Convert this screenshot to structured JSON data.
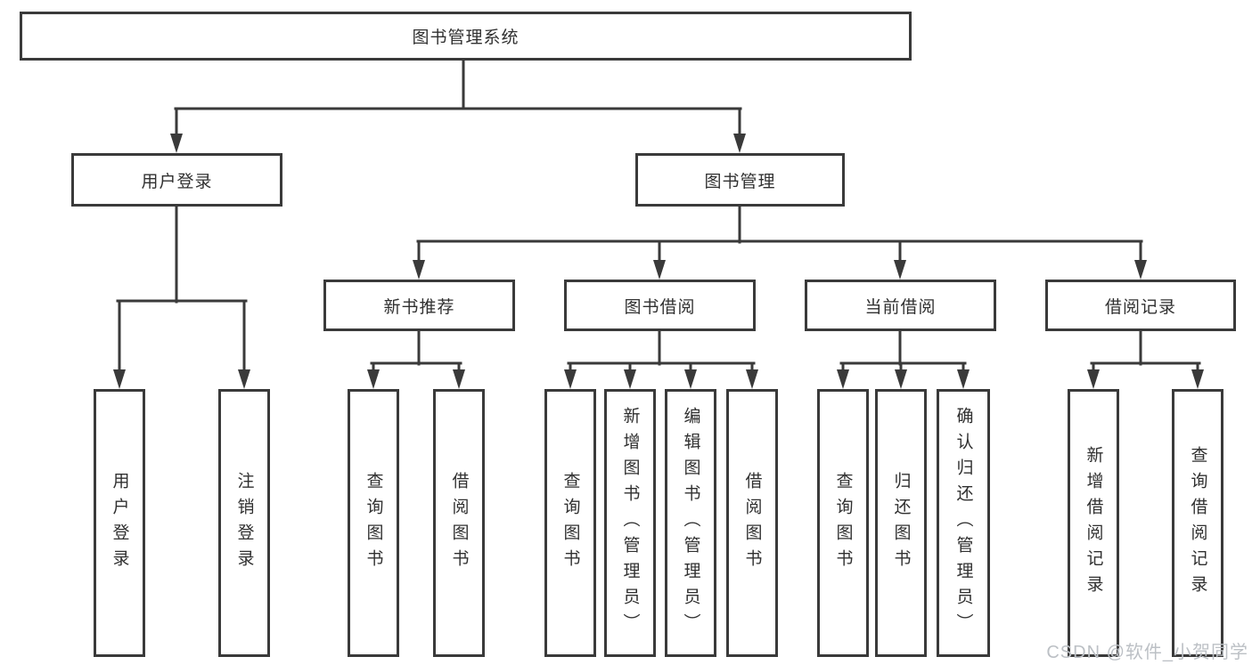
{
  "diagram": {
    "root": "图书管理系统",
    "level2": [
      "用户登录",
      "图书管理"
    ],
    "level3": [
      "新书推荐",
      "图书借阅",
      "当前借阅",
      "借阅记录"
    ],
    "leaves": {
      "user_login": [
        "用户登录",
        "注销登录"
      ],
      "new_book_recommend": [
        "查询图书",
        "借阅图书"
      ],
      "book_borrow": [
        "查询图书",
        "新增图书（管理员）",
        "编辑图书（管理员）",
        "借阅图书"
      ],
      "current_borrow": [
        "查询图书",
        "归还图书",
        "确认归还（管理员）"
      ],
      "borrow_records": [
        "新增借阅记录",
        "查询借阅记录"
      ]
    }
  },
  "watermark": "CSDN @软件_小贺同学",
  "colors": {
    "line": "#3a3a3a",
    "text": "#303030",
    "background": "#ffffff",
    "watermark": "#bcc0c5"
  }
}
